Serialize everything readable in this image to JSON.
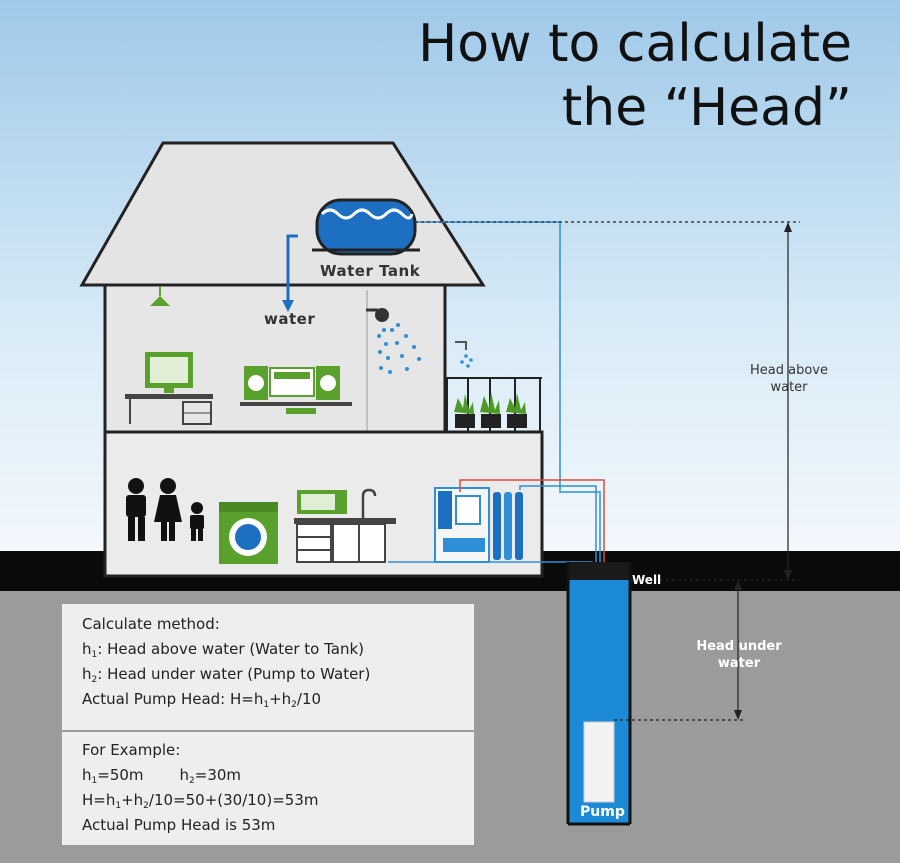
{
  "title": {
    "line1": "How to calculate",
    "line2": "the “Head”"
  },
  "labels": {
    "water_tank": "Water Tank",
    "water": "water",
    "head_above_l1": "Head above",
    "head_above_l2": "water",
    "head_under_l1": "Head under",
    "head_under_l2": "water",
    "well": "Well",
    "pump": "Pump"
  },
  "method": {
    "heading": "Calculate method:",
    "h1_sym": "h",
    "h1_sub": "1",
    "h1_text": ": Head above water (Water to Tank)",
    "h2_sym": "h",
    "h2_sub": "2",
    "h2_text": ": Head under water (Pump to Water)",
    "formula_prefix": "Actual Pump Head: H=h",
    "f_sub1": "1",
    "f_mid": "+h",
    "f_sub2": "2",
    "f_end": "/10"
  },
  "example": {
    "heading": "For Example:",
    "h1_sym": "h",
    "h1_sub": "1",
    "h1_val": "=50m",
    "h2_sym": "h",
    "h2_sub": "2",
    "h2_val": "=30m",
    "calc_prefix": "H=h",
    "c_sub1": "1",
    "c_mid": "+h",
    "c_sub2": "2",
    "c_end": "/10=50+(30/10)=53m",
    "result": "Actual Pump Head is 53m"
  },
  "colors": {
    "accent_green": "#5aa02c",
    "pipe_blue": "#2f8fd6",
    "water_blue": "#1d6fc2",
    "pipe_red": "#e0493a"
  }
}
